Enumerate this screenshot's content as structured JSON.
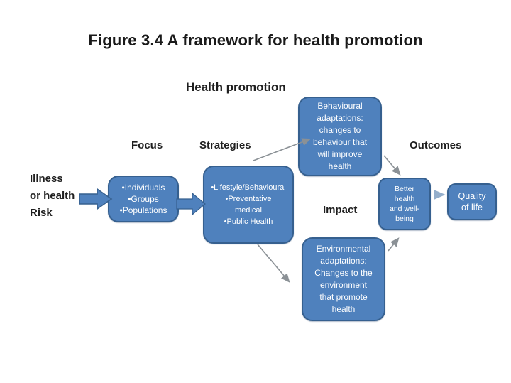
{
  "title": "Figure 3.4 A framework for health promotion",
  "diagram": {
    "heading": "Health promotion",
    "labels": {
      "input": "Illness\nor health\nRisk",
      "focus": "Focus",
      "strategies": "Strategies",
      "impact": "Impact",
      "outcomes": "Outcomes"
    },
    "boxes": {
      "focus": "•Individuals\n•Groups\n•Populations",
      "strategies": "•Lifestyle/Behavioural\n•Preventative\nmedical\n•Public Health",
      "behavioural": "Behavioural\nadaptations:\nchanges to\nbehaviour that\nwill improve\nhealth",
      "environmental": "Environmental\nadaptations:\nChanges to the\nenvironment\nthat promote\nhealth",
      "better_health": "Better\nhealth\nand well-\nbeing",
      "quality_of_life": "Quality\nof life"
    },
    "colors": {
      "box_fill": "#4F81BD",
      "box_border": "#36608F",
      "box_text": "#FFFFFF",
      "connector": "#8B9196",
      "small_arrow": "#94AECB",
      "title_text": "#1A1A1A"
    }
  }
}
